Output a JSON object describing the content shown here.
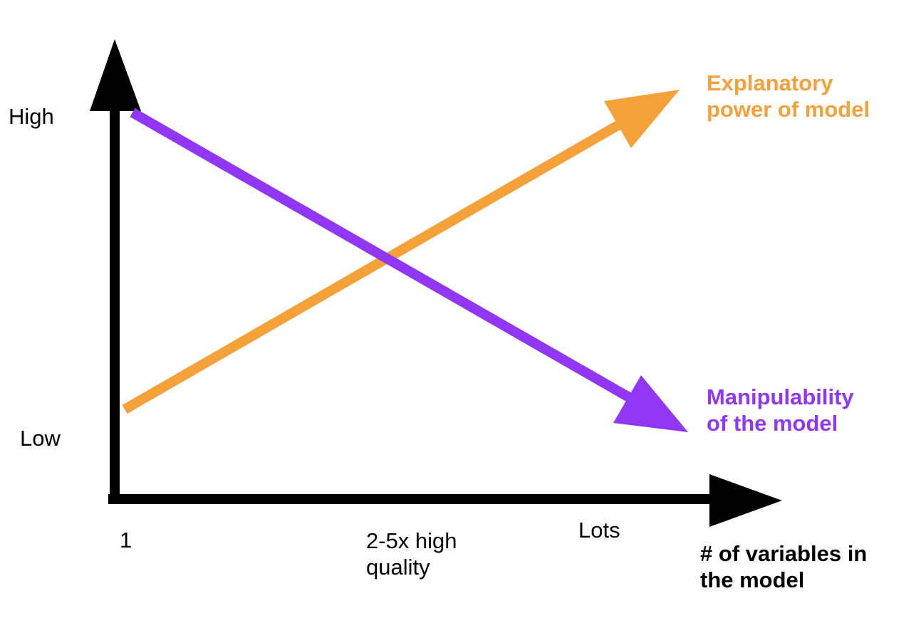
{
  "y_axis": {
    "high_label": "High",
    "low_label": "Low"
  },
  "x_axis": {
    "tick_1": "1",
    "tick_mid_line1": "2-5x high",
    "tick_mid_line2": "quality",
    "tick_lots": "Lots",
    "title_line1": "# of variables in",
    "title_line2": "the model"
  },
  "series": {
    "explanatory": {
      "line1": "Explanatory",
      "line2": "power of model",
      "color": "#F4A13A",
      "trend": "increasing"
    },
    "manipulability": {
      "line1": "Manipulability",
      "line2": "of the model",
      "color": "#9036F4",
      "trend": "decreasing"
    }
  },
  "axis_color": "#000000"
}
